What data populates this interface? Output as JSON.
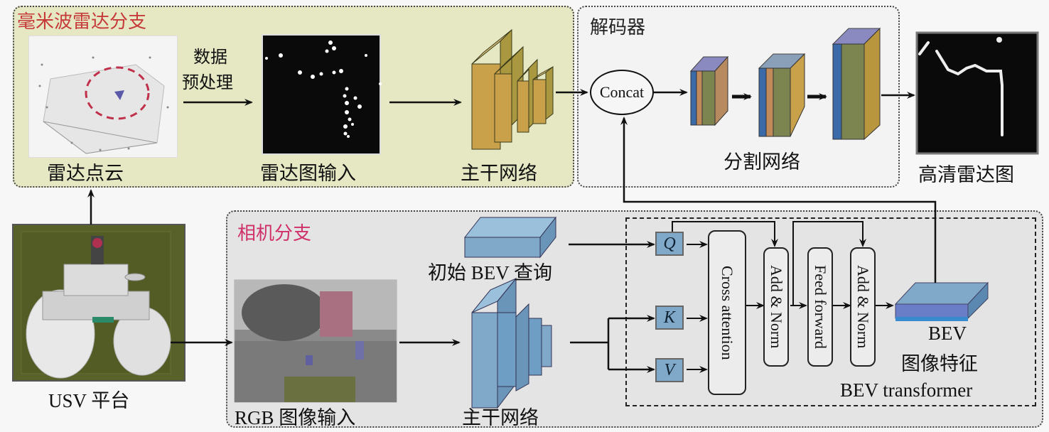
{
  "radar_branch": {
    "title": "毫米波雷达分支",
    "point_cloud_label": "雷达点云",
    "preprocess_label_line1": "数据",
    "preprocess_label_line2": "预处理",
    "radar_image_label": "雷达图输入",
    "backbone_label": "主干网络"
  },
  "decoder": {
    "title": "解码器",
    "concat_label": "Concat",
    "segmentation_label": "分割网络",
    "output_label": "高清雷达图"
  },
  "platform": {
    "label": "USV 平台"
  },
  "camera_branch": {
    "title": "相机分支",
    "rgb_label": "RGB 图像输入",
    "bev_query_label": "初始 BEV 查询",
    "backbone_label": "主干网络"
  },
  "bev_transformer": {
    "title": "BEV transformer",
    "q_label": "Q",
    "k_label": "K",
    "v_label": "V",
    "cross_attention": "Cross attention",
    "add_norm_1": "Add & Norm",
    "feed_forward": "Feed forward",
    "add_norm_2": "Add & Norm",
    "bev_feature_line1": "BEV",
    "bev_feature_line2": "图像特征"
  },
  "colors": {
    "radar_panel_bg": "#e5e8c3",
    "decoder_panel_bg": "#f3f3f3",
    "camera_panel_bg": "#e4e4e4",
    "radar_title": "#c73a3a",
    "camera_title": "#d0306a",
    "backbone_gold": "#c9a14a",
    "camera_blue": "#6f9ec4"
  }
}
